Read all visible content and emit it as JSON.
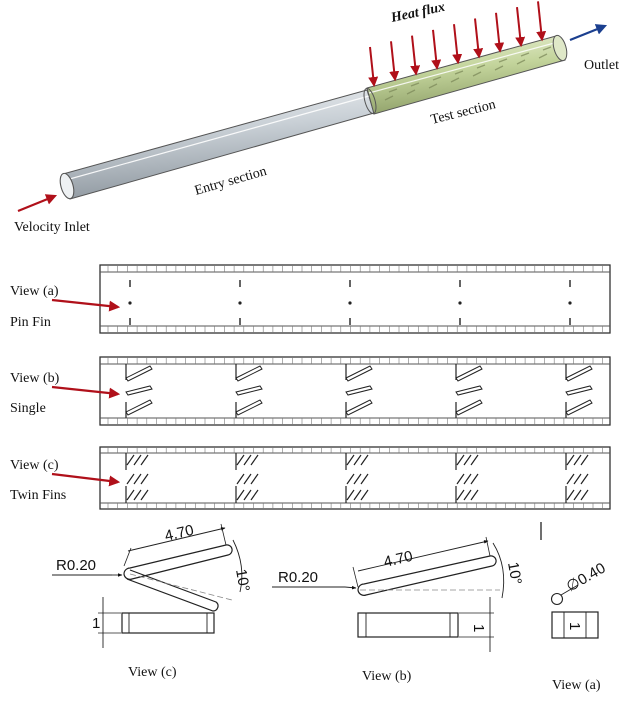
{
  "top": {
    "heat_flux": "Heat flux",
    "outlet": "Outlet",
    "test_section": "Test section",
    "entry_section": "Entry section",
    "velocity_inlet": "Velocity Inlet"
  },
  "views": [
    {
      "view": "View (a)",
      "type": "Pin Fin"
    },
    {
      "view": "View (b)",
      "type": "Single"
    },
    {
      "view": "View (c)",
      "type": "Twin Fins"
    }
  ],
  "details": {
    "c": {
      "radius": "R0.20",
      "length": "4.70",
      "angle": "10°",
      "height": "1",
      "caption": "View (c)"
    },
    "b": {
      "radius": "R0.20",
      "length": "4.70",
      "angle": "10°",
      "height": "1",
      "caption": "View (b)"
    },
    "a": {
      "diameter": "∅0.40",
      "height": "1",
      "caption": "View (a)"
    }
  },
  "colors": {
    "heat_arrow": "#b0101a",
    "outlet_arrow": "#1b3f8f",
    "inlet_arrow": "#b0101a",
    "tube": "#c4ccd2",
    "test_tube": "#c9d9a6"
  }
}
